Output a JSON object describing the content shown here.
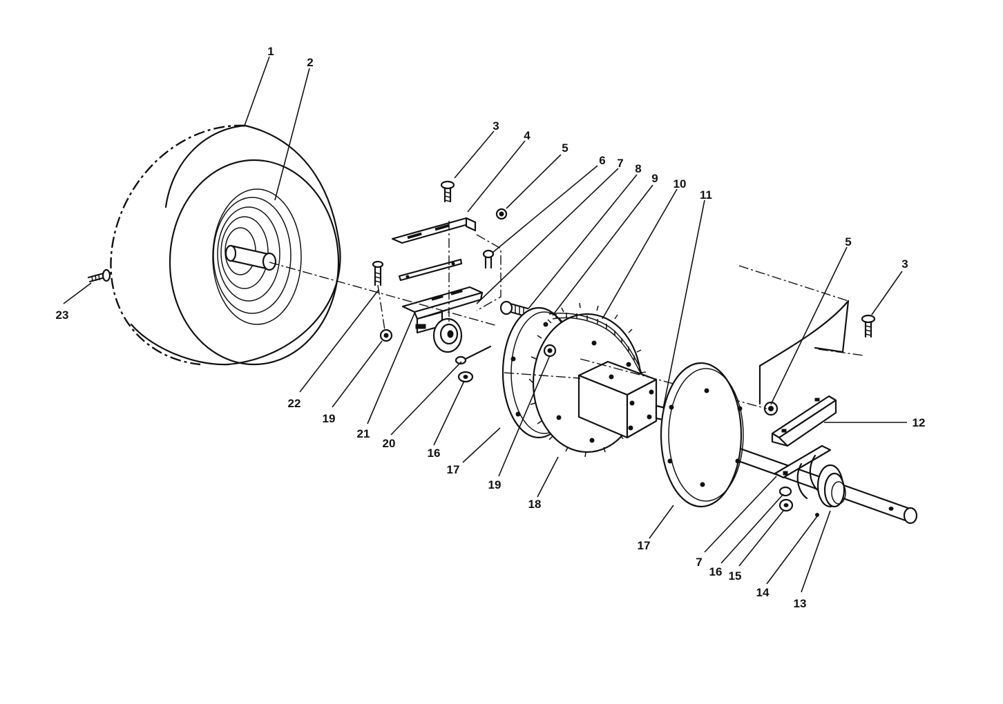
{
  "callouts": {
    "c1": "1",
    "c2": "2",
    "c3a": "3",
    "c3b": "3",
    "c4": "4",
    "c5a": "5",
    "c5b": "5",
    "c6": "6",
    "c7a": "7",
    "c7b": "7",
    "c8": "8",
    "c9": "9",
    "c10": "10",
    "c11": "11",
    "c12": "12",
    "c13": "13",
    "c14": "14",
    "c15": "15",
    "c16a": "16",
    "c16b": "16",
    "c17a": "17",
    "c17b": "17",
    "c18": "18",
    "c19a": "19",
    "c19b": "19",
    "c20": "20",
    "c21": "21",
    "c22": "22",
    "c23": "23"
  }
}
